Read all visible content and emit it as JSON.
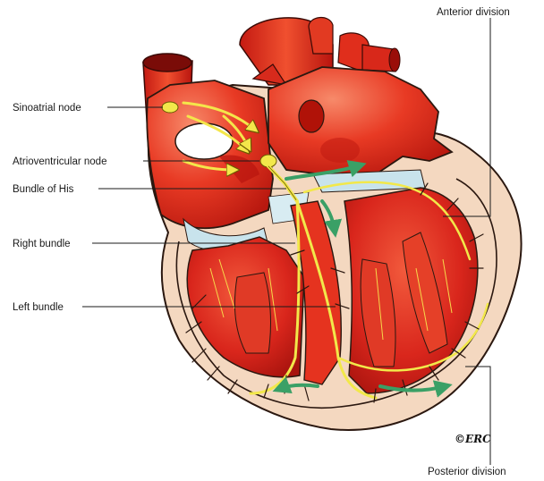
{
  "labels": {
    "sinoatrial": "Sinoatrial node",
    "atrioventricular": "Atrioventricular node",
    "bundle_his": "Bundle of His",
    "right_bundle": "Right bundle",
    "left_bundle": "Left bundle",
    "anterior_division": "Anterior division",
    "posterior_division": "Posterior division"
  },
  "signature": "©ERC",
  "colors": {
    "myocardium": "#d9261c",
    "myocardium_dark": "#a8140e",
    "outer_wall": "#f4d8c0",
    "valve": "#c8e3ec",
    "conduction": "#f2e84a",
    "arrow_green": "#3aa066",
    "arrow_yellow": "#f4e64a"
  }
}
